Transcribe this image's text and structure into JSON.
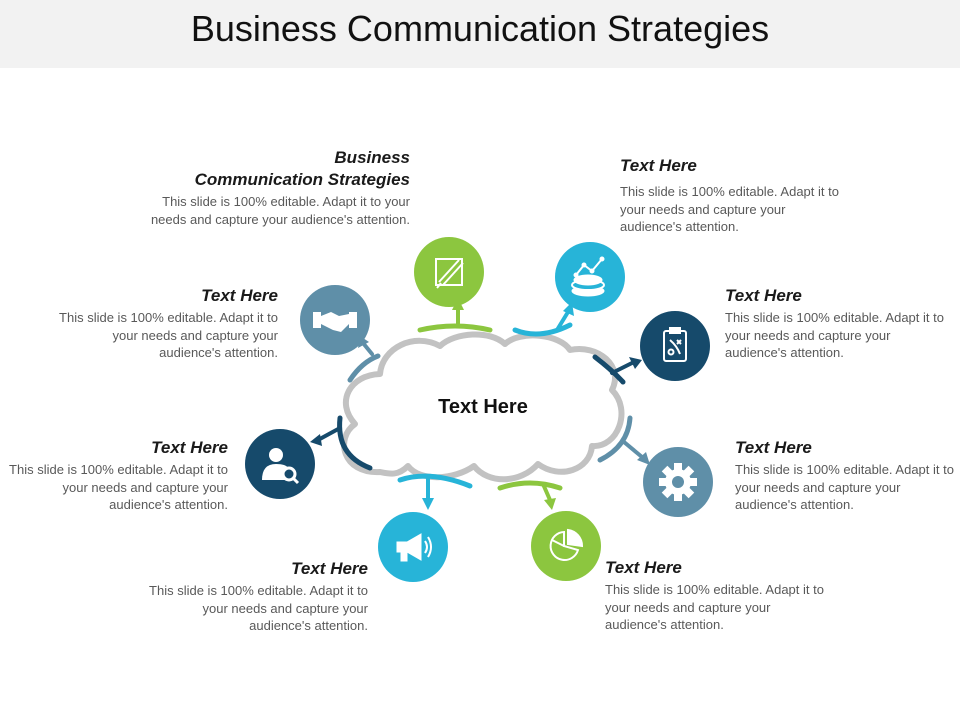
{
  "title": "Business Communication Strategies",
  "center": "Text Here",
  "colors": {
    "green": "#8cc63f",
    "cyan": "#27b4d8",
    "navy": "#164a6b",
    "steel": "#5f8fa8",
    "cloud_outline": "#c2c2c2"
  },
  "nodes": [
    {
      "title": "Business\nCommunication Strategies",
      "desc": "This slide is 100% editable. Adapt it to your needs and capture your audience's attention.",
      "icon": "pencil-icon"
    },
    {
      "title": "Text Here",
      "desc": "This slide is 100% editable. Adapt it to your needs and capture your audience's attention.",
      "icon": "growth-coins-icon"
    },
    {
      "title": "Text Here",
      "desc": "This slide is 100% editable. Adapt it to your needs and capture your audience's attention.",
      "icon": "strategy-clipboard-icon"
    },
    {
      "title": "Text Here",
      "desc": "This slide is 100% editable. Adapt it to your needs and capture your audience's attention.",
      "icon": "gear-icon"
    },
    {
      "title": "Text Here",
      "desc": "This slide is 100% editable. Adapt it to your needs and capture your audience's attention.",
      "icon": "pie-chart-icon"
    },
    {
      "title": "Text Here",
      "desc": "This slide is 100% editable. Adapt it to your needs and capture your audience's attention.",
      "icon": "megaphone-icon"
    },
    {
      "title": "Text Here",
      "desc": "This slide is 100% editable. Adapt it to your needs and capture your audience's attention.",
      "icon": "user-search-icon"
    },
    {
      "title": "Text Here",
      "desc": "This slide is 100% editable. Adapt it to your needs and capture your audience's attention.",
      "icon": "handshake-icon"
    }
  ]
}
